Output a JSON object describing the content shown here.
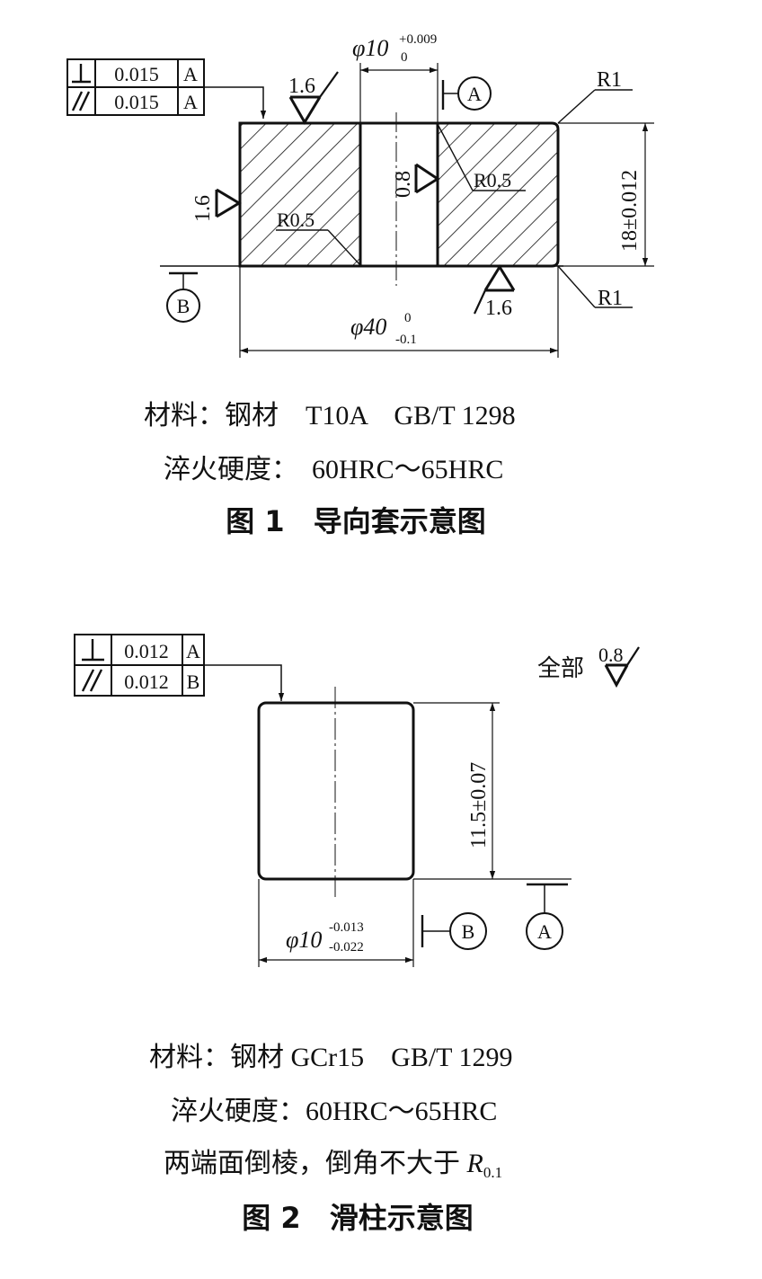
{
  "fig1": {
    "fcf_rows": [
      {
        "symbol": "perpendicularity-symbol",
        "value": "0.015",
        "datum": "A"
      },
      {
        "symbol": "parallelism-symbol",
        "value": "0.015",
        "datum": "A"
      }
    ],
    "bore_dia_prefix": "φ10",
    "bore_tol_upper": "+0.009",
    "bore_tol_lower": "0",
    "datum_a": "A",
    "datum_b": "B",
    "roughness_top": "1.6",
    "roughness_left": "1.6",
    "roughness_bore": "0.8",
    "roughness_bottom": "1.6",
    "radius_top_right": "R1",
    "radius_bottom_right": "R1",
    "radius_inner_upper": "R0.5",
    "radius_inner_lower": "R0.5",
    "height_dim": "18±0.012",
    "od_dim_prefix": "φ40",
    "od_tol_upper": "0",
    "od_tol_lower": "-0.1",
    "material_line": "材料：钢材　T10A　GB/T 1298",
    "hardness_line": "淬火硬度：　60HRC～65HRC",
    "caption": "图 1　导向套示意图"
  },
  "fig2": {
    "fcf_rows": [
      {
        "symbol": "perpendicularity-symbol",
        "value": "0.012",
        "datum": "A"
      },
      {
        "symbol": "parallelism-symbol",
        "value": "0.012",
        "datum": "B"
      }
    ],
    "all_label": "全部",
    "roughness_all": "0.8",
    "height_dim": "11.5±0.07",
    "dia_prefix": "φ10",
    "dia_tol_upper": "-0.013",
    "dia_tol_lower": "-0.022",
    "datum_a": "A",
    "datum_b": "B",
    "material_line": "材料：钢材 GCr15　GB/T 1299",
    "hardness_line": "淬火硬度：60HRC～65HRC",
    "note_text": "两端面倒棱，倒角不大于 ",
    "note_r": "R",
    "note_r_sub": "0.1",
    "caption": "图 2　滑柱示意图"
  }
}
